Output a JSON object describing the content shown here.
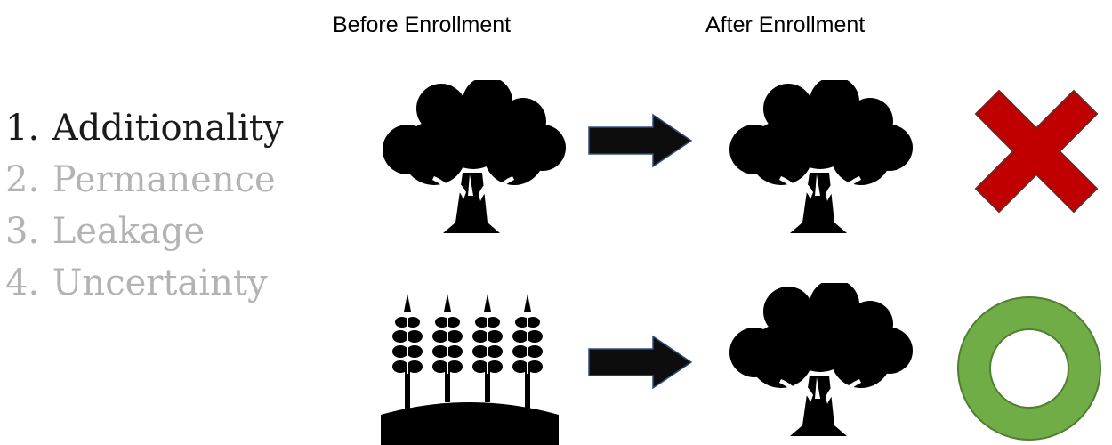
{
  "headers": {
    "before": "Before Enrollment",
    "after": "After Enrollment"
  },
  "criteria": [
    {
      "number": "1.",
      "label": "Additionality",
      "active": true
    },
    {
      "number": "2.",
      "label": "Permanence",
      "active": false
    },
    {
      "number": "3.",
      "label": "Leakage",
      "active": false
    },
    {
      "number": "4.",
      "label": "Uncertainty",
      "active": false
    }
  ],
  "rows": [
    {
      "before_icon": "tree-icon",
      "after_icon": "tree-icon",
      "result_icon": "red-x-icon"
    },
    {
      "before_icon": "wheat-field-icon",
      "after_icon": "tree-icon",
      "result_icon": "green-circle-icon"
    }
  ],
  "colors": {
    "icon": "#000000",
    "arrow": "#0d0d0d",
    "x_mark": "#c00000",
    "circle_mark": "#70ad47",
    "active_text": "#1a1a1a",
    "inactive_text": "#b3b3b3"
  }
}
